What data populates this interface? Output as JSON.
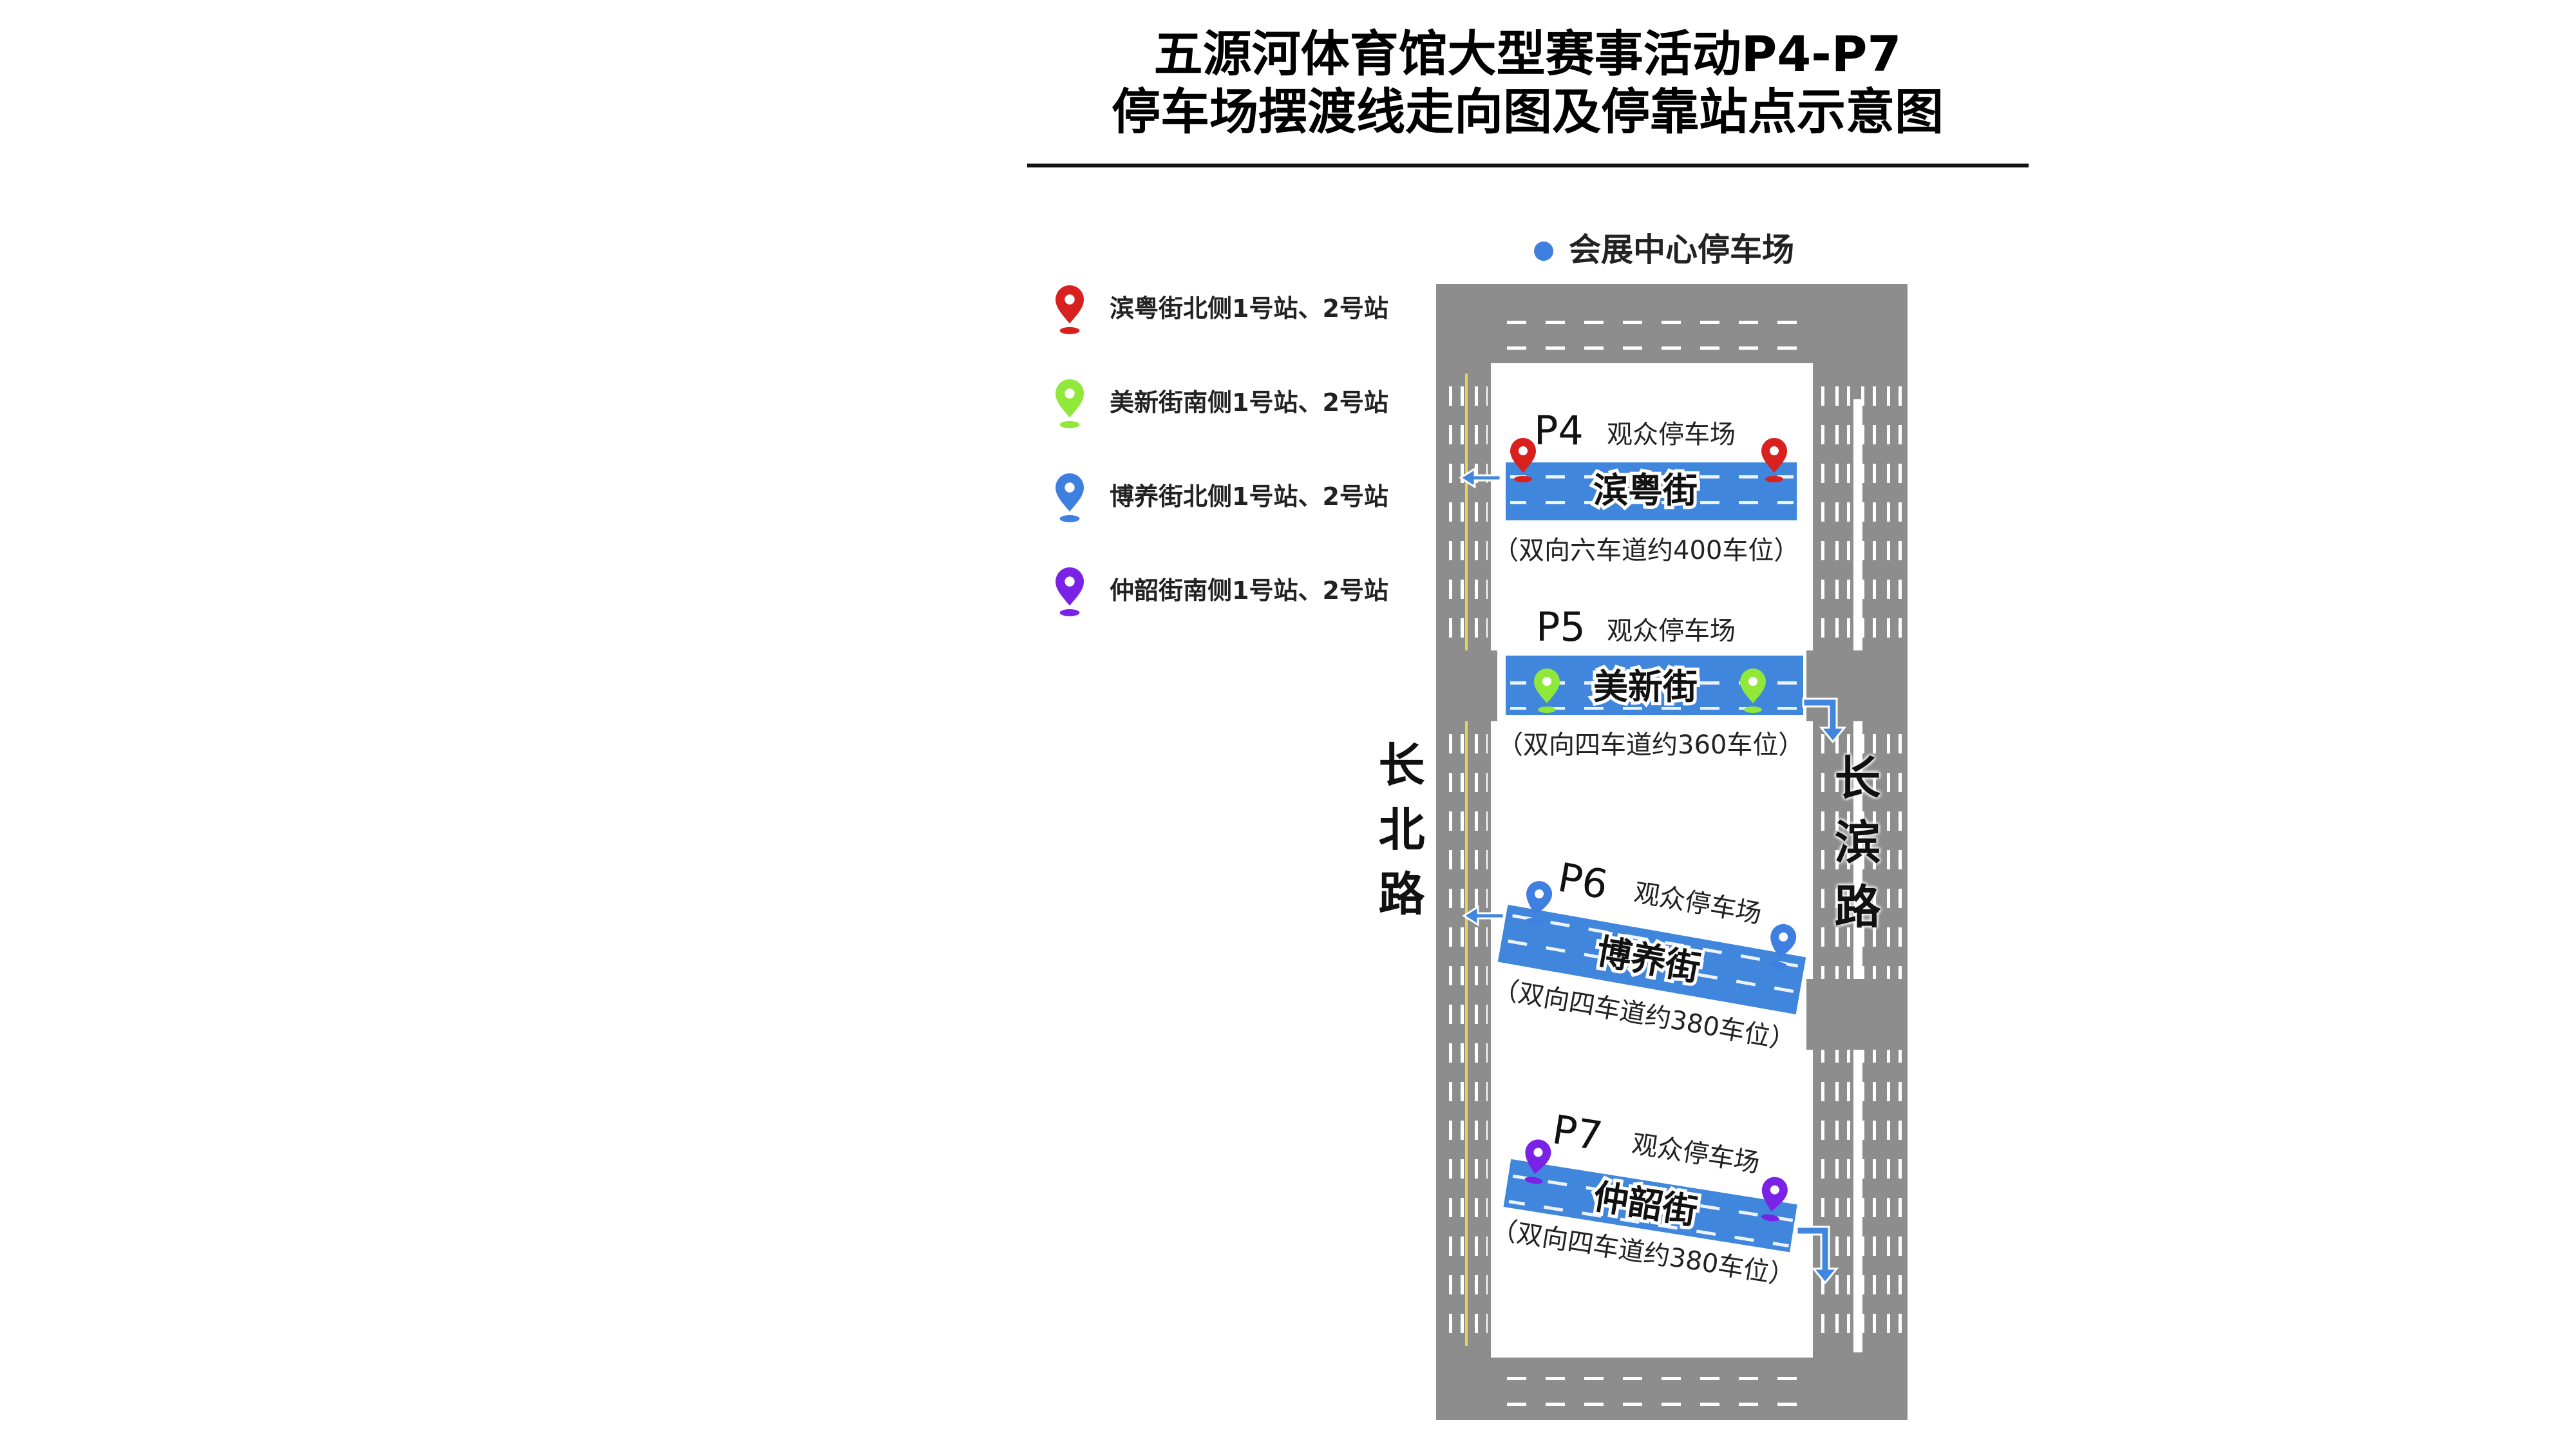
{
  "title": {
    "line1": "五源河体育馆大型赛事活动P4-P7",
    "line2": "停车场摆渡线走向图及停靠站点示意图"
  },
  "destination": {
    "label": "会展中心停车场",
    "color": "#3f7fe0"
  },
  "legend": [
    {
      "label": "滨粤街北侧1号站、2号站",
      "color": "#d8201f",
      "icon": "map-pin-icon"
    },
    {
      "label": "美新街南侧1号站、2号站",
      "color": "#8fe83a",
      "icon": "map-pin-icon"
    },
    {
      "label": "博养街北侧1号站、2号站",
      "color": "#3f7fe0",
      "icon": "map-pin-icon"
    },
    {
      "label": "仲韶街南侧1号站、2号站",
      "color": "#7a22e6",
      "icon": "map-pin-icon"
    }
  ],
  "roads": {
    "left": "长北路",
    "right": "长滨路"
  },
  "lots": [
    {
      "id": "P4",
      "type": "观众停车场",
      "street": "滨粤街",
      "note": "（双向六车道约400车位）"
    },
    {
      "id": "P5",
      "type": "观众停车场",
      "street": "美新街",
      "note": "（双向四车道约360车位）"
    },
    {
      "id": "P6",
      "type": "观众停车场",
      "street": "博养街",
      "note": "（双向四车道约380车位）"
    },
    {
      "id": "P7",
      "type": "观众停车场",
      "street": "仲韶街",
      "note": "（双向四车道约380车位）"
    }
  ]
}
